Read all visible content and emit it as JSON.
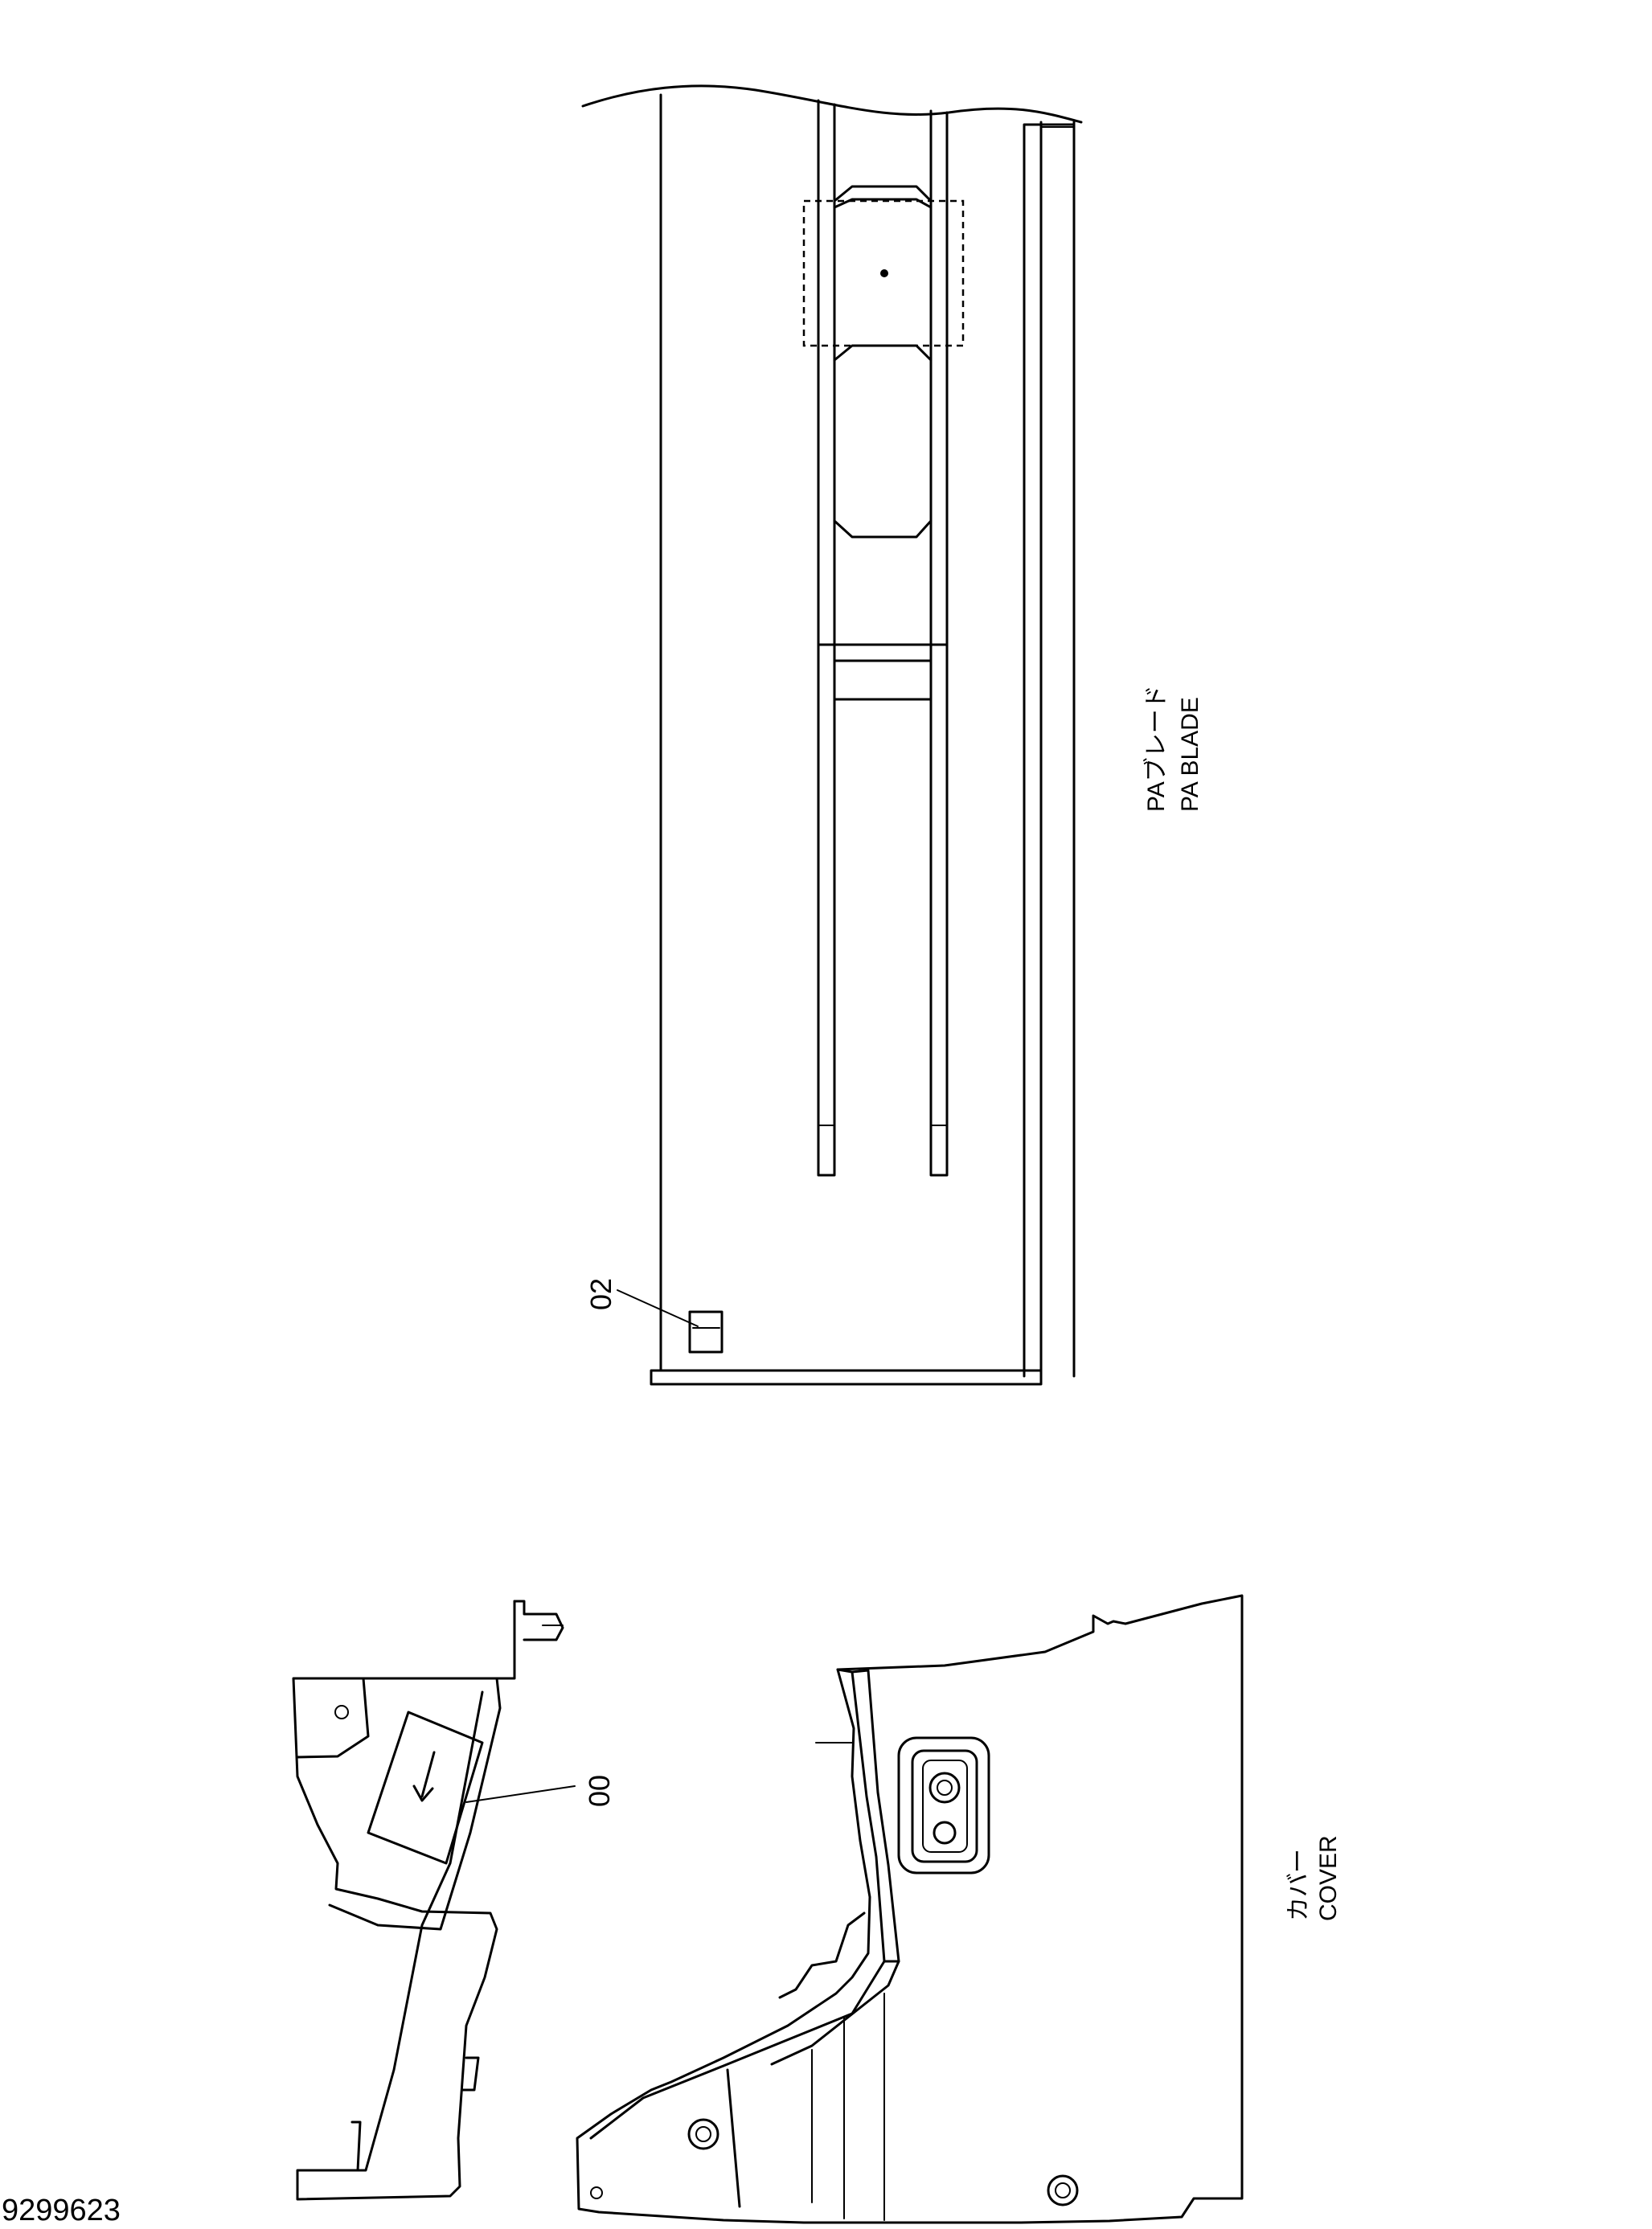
{
  "parts": {
    "pa_blade": {
      "label_jp": "PAブレード",
      "label_en": "PA BLADE",
      "callout": "02"
    },
    "cover": {
      "label_jp": "カバー",
      "label_en": "COVER",
      "callout": "00"
    }
  },
  "drawing_number": "9299623",
  "colors": {
    "line": "#000000",
    "background": "#ffffff"
  }
}
